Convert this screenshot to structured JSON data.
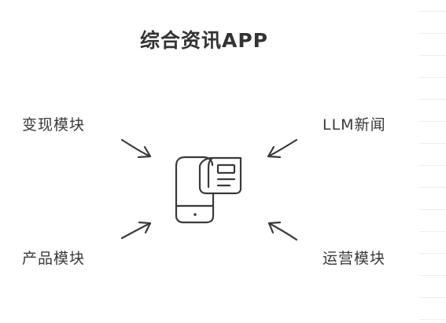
{
  "title": "综合资讯APP",
  "center": {
    "icon": "mobile-news-icon"
  },
  "modules": {
    "top_left": "变现模块",
    "top_right": "LLM新闻",
    "bottom_left": "产品模块",
    "bottom_right": "运营模块"
  },
  "colors": {
    "ink": "#3a3a3a",
    "background": "#ffffff",
    "rule": "#eeeeee"
  }
}
